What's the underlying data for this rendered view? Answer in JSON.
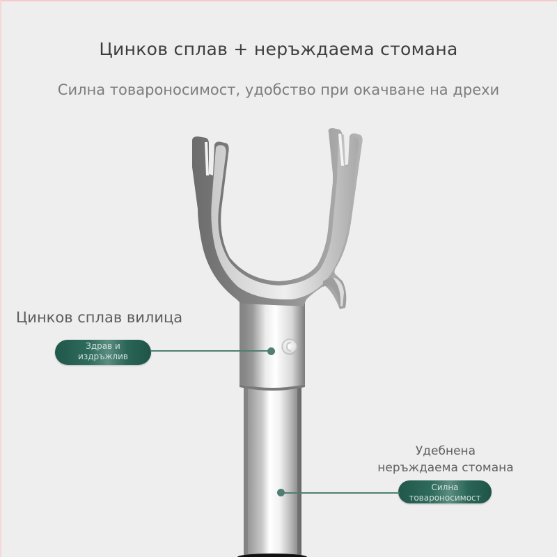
{
  "header": {
    "title": "Цинков сплав + неръждаема стомана",
    "subtitle": "Силна товароносимост, удобство при окачване на дрехи"
  },
  "callouts": [
    {
      "label": "Цинков сплав вилица",
      "badge": "Здрав и издръжлив",
      "badge_line1": "Здрав и",
      "badge_line2": "издръжлив"
    },
    {
      "label_line1": "Удебнена",
      "label_line2": "неръждаема стомана",
      "badge_line1": "Силна",
      "badge_line2": "товароносимост"
    }
  ],
  "product": {
    "name": "clothes hanger fork pole",
    "parts": [
      "zinc-alloy-fork",
      "collar-with-button",
      "stainless-steel-pole"
    ]
  },
  "colors": {
    "background": "#eeeeee",
    "accent": "#4f7f72",
    "badge_dark": "#20574a",
    "title_text": "#3e3e3e",
    "subtitle_text": "#7d7d7d"
  }
}
